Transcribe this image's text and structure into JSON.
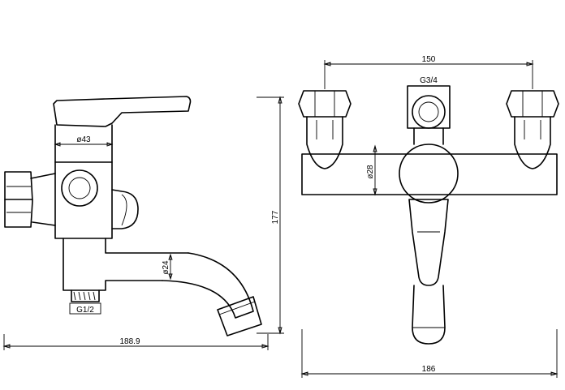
{
  "dimensions": {
    "side_view": {
      "body_diameter": "ø43",
      "spout_diameter": "ø24",
      "inlet_thread": "G1/2",
      "overall_height": "177",
      "overall_depth": "188.9"
    },
    "front_view": {
      "center_distance": "150",
      "outlet_thread": "G3/4",
      "cartridge_diameter": "ø28",
      "overall_width": "186"
    }
  }
}
